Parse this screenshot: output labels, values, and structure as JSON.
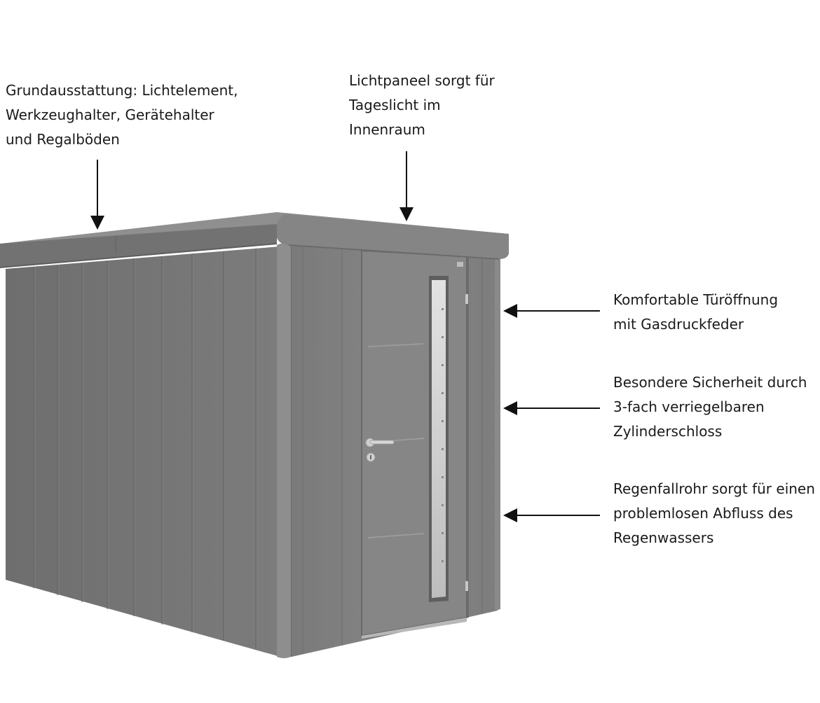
{
  "annotations": {
    "equipment": {
      "lines": [
        "Grundausstattung: Lichtelement,",
        "Werkzeughalter, Gerätehalter",
        "und Regalböden"
      ]
    },
    "light_panel": {
      "lines": [
        "Lichtpaneel sorgt für",
        "Tageslicht im",
        "Innenraum"
      ]
    },
    "door_opening": {
      "lines": [
        "Komfortable Türöffnung",
        "mit Gasdruckfeder"
      ]
    },
    "security": {
      "lines": [
        "Besondere Sicherheit durch",
        "3-fach verriegelbaren",
        "Zylinderschloss"
      ]
    },
    "drainage": {
      "lines": [
        "Regenfallrohr sorgt für einen",
        "problemlosen Abfluss des",
        "Regenwassers"
      ]
    }
  },
  "colors": {
    "shed_side": "#787878",
    "shed_front": "#818181",
    "roof_top": "#8c8c8c",
    "roof_edge": "#6f6f6f",
    "door": "#858585",
    "window": "#d6d6d6",
    "arrow": "#111111",
    "text": "#1a1a1a"
  }
}
